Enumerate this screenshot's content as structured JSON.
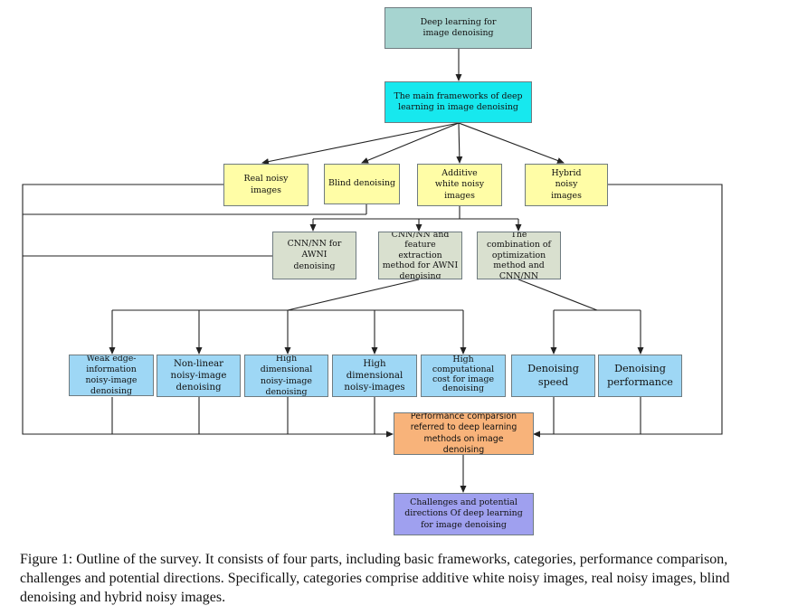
{
  "boxes": {
    "root": "Deep learning for image denoising",
    "frameworks": "The main frameworks of deep learning in image denoising",
    "real_noisy": "Real noisy images",
    "blind": "Blind denoising",
    "additive_white": "Additive white noisy images",
    "hybrid": "Hybrid noisy images",
    "cnn_awni": "CNN/NN for AWNI denoising",
    "cnn_feature": "CNN/NN and feature extraction method for AWNI denoising",
    "combination": "The combination of optimization method and CNN/NN",
    "weak_edge": "Weak edge-information noisy-image denoising",
    "non_linear": "Non-linear noisy-image denoising",
    "high_dim_1": "High dimensional noisy-image denoising",
    "high_dim_2": "High dimensional noisy-images",
    "high_cost": "High computational cost for image denoising",
    "speed": "Denoising speed",
    "performance": "Denoising performance",
    "comparison": "Performance comparsion referred to deep learning methods on image denoising",
    "challenges": "Challenges and potential directions Of deep learning for image denoising"
  },
  "colors": {
    "root": "#a6d4d0",
    "frameworks": "#17e8ee",
    "category": "#fffda6",
    "method": "#d9e0cf",
    "problem": "#9ed7f5",
    "comparison": "#f8b37a",
    "challenges": "#9fa0ef"
  },
  "caption": "Figure 1: Outline of the survey. It consists of four parts, including basic frameworks, categories, performance comparison, challenges and potential directions. Specifically, categories comprise additive white noisy images, real noisy images, blind denoising and hybrid noisy images."
}
